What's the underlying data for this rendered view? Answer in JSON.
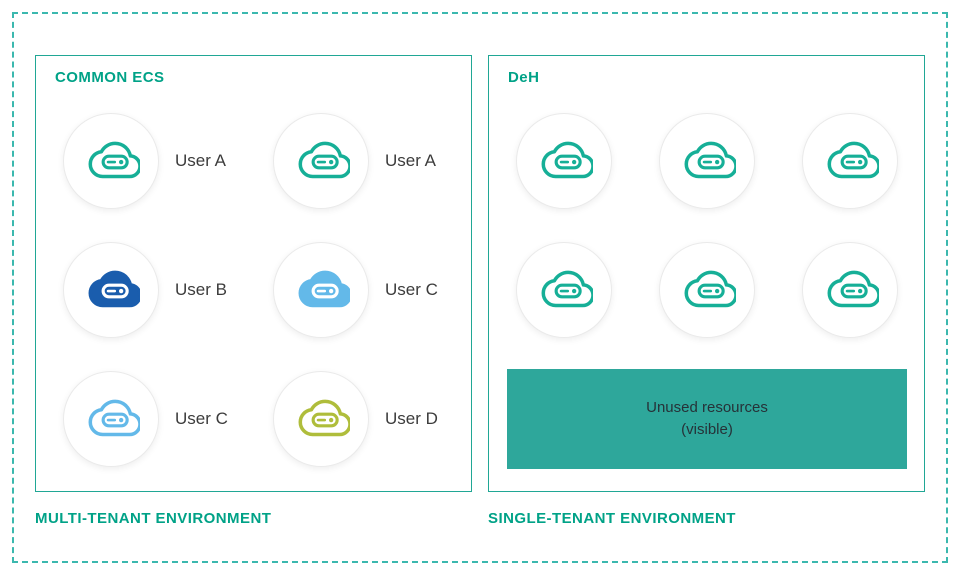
{
  "colors": {
    "accent": "#00A287",
    "dashed-border": "#3BB8AE",
    "box-border": "#20A795",
    "circle-border": "#EAEAEA",
    "label-text": "#3C3C3C",
    "teal-icon": "#16AF97",
    "dark-blue-icon": "#1A5DAD",
    "light-blue-icon": "#63B9E9",
    "olive-icon": "#AFBD3B",
    "unused-fill": "#2EA79B",
    "unused-text": "#263238"
  },
  "titles": {
    "common_ecs": "COMMON ECS",
    "deh": "DeH"
  },
  "footers": {
    "left": "MULTI-TENANT ENVIRONMENT",
    "right": "SINGLE-TENANT ENVIRONMENT"
  },
  "left_grid": {
    "items": [
      {
        "label": "User A",
        "color": "#16AF97",
        "variant": "outline"
      },
      {
        "label": "User A",
        "color": "#16AF97",
        "variant": "outline"
      },
      {
        "label": "User B",
        "color": "#1A5DAD",
        "variant": "filled"
      },
      {
        "label": "User C",
        "color": "#63B9E9",
        "variant": "filled"
      },
      {
        "label": "User C",
        "color": "#63B9E9",
        "variant": "outline"
      },
      {
        "label": "User D",
        "color": "#AFBD3B",
        "variant": "outline"
      }
    ]
  },
  "right_grid": {
    "items": [
      {
        "color": "#16AF97",
        "variant": "outline"
      },
      {
        "color": "#16AF97",
        "variant": "outline"
      },
      {
        "color": "#16AF97",
        "variant": "outline"
      },
      {
        "color": "#16AF97",
        "variant": "outline"
      },
      {
        "color": "#16AF97",
        "variant": "outline"
      },
      {
        "color": "#16AF97",
        "variant": "outline"
      }
    ]
  },
  "unused": {
    "line1": "Unused resources",
    "line2": "(visible)"
  }
}
